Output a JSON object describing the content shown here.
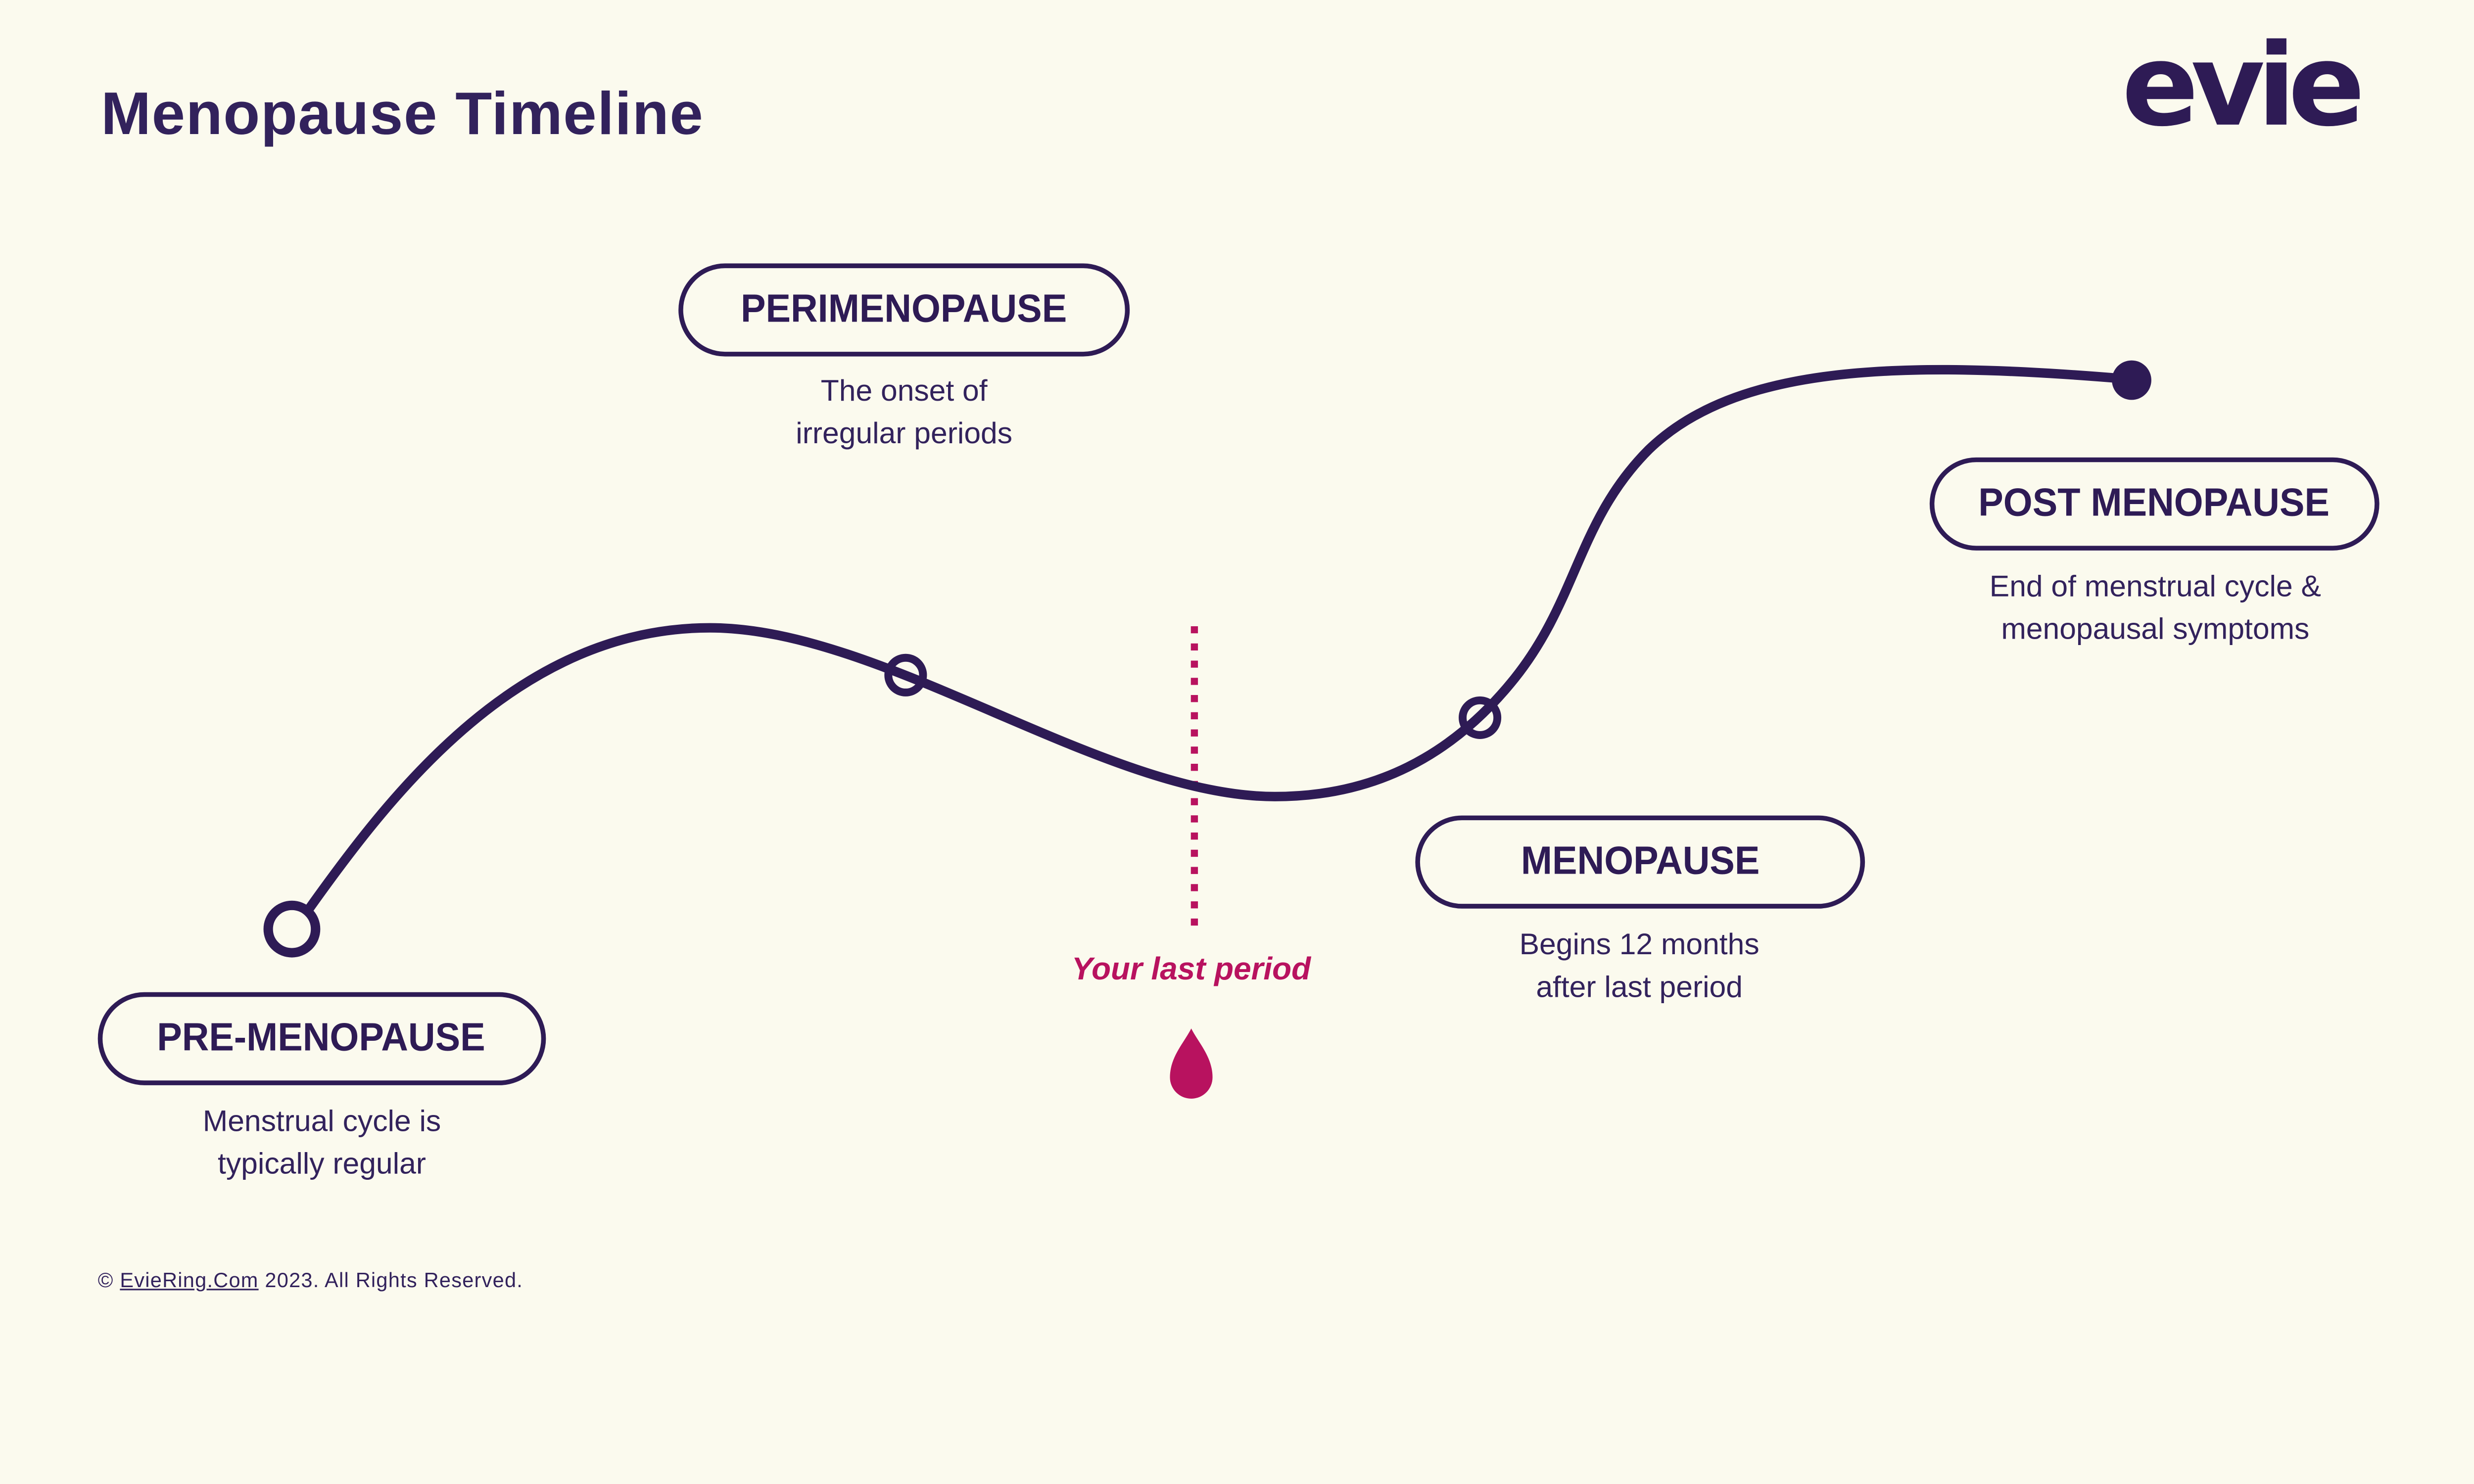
{
  "page": {
    "title": "Menopause Timeline",
    "background_color": "#FBFAEE",
    "accent_purple": "#2E1B55",
    "accent_magenta": "#B8125F"
  },
  "logo": {
    "wordmark": "evie"
  },
  "stages": [
    {
      "label": "PRE-MENOPAUSE",
      "description": "Menstrual cycle is\ntypically regular",
      "marker": "open-circle"
    },
    {
      "label": "PERIMENOPAUSE",
      "description": "The onset of\nirregular periods",
      "marker": "open-circle"
    },
    {
      "label": "MENOPAUSE",
      "description": "Begins 12 months\nafter last period",
      "marker": "open-circle"
    },
    {
      "label": "POST MENOPAUSE",
      "description": "End of menstrual cycle &\nmenopausal symptoms",
      "marker": "filled-dot"
    }
  ],
  "last_period_marker": {
    "label": "Your last period",
    "icon": "blood-drop-icon",
    "line_style": "dotted-vertical"
  },
  "footer": {
    "prefix": "©",
    "link_text": "EvieRing.Com",
    "rest": "2023. All Rights Reserved."
  }
}
